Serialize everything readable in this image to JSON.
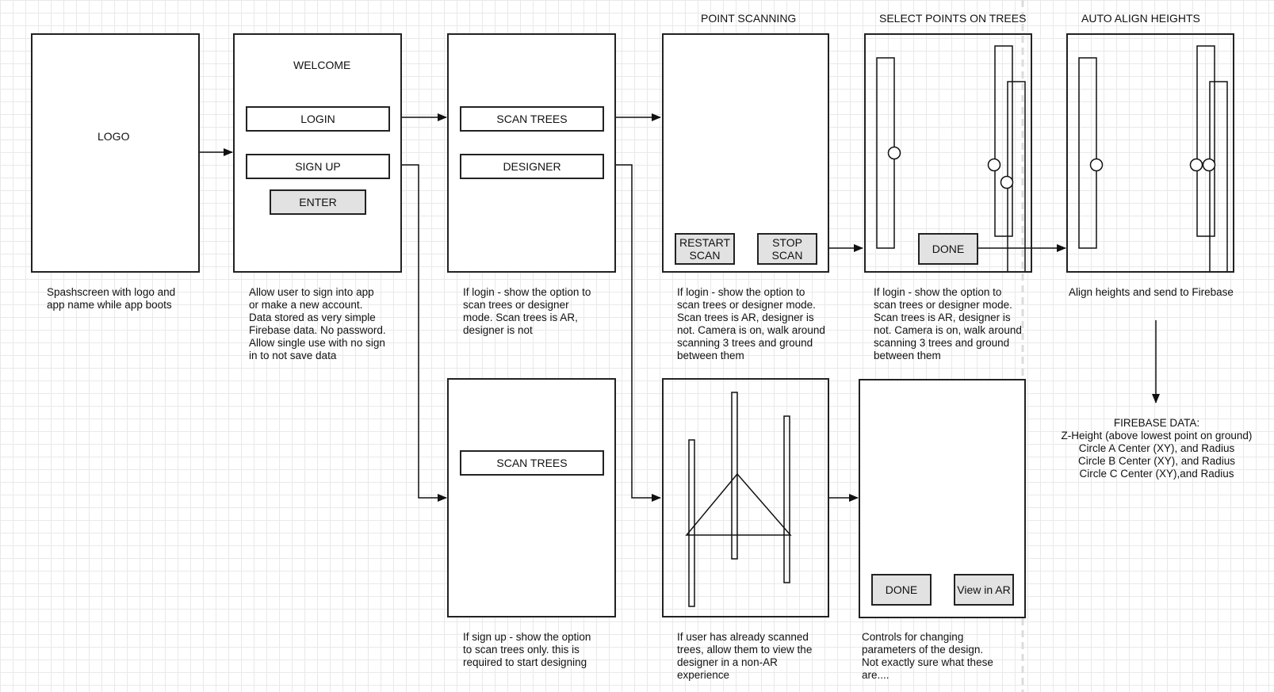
{
  "headers": {
    "point_scanning": "POINT SCANNING",
    "select_points": "SELECT POINTS ON TREES",
    "auto_align": "AUTO ALIGN HEIGHTS"
  },
  "splash": {
    "logo": "LOGO",
    "note": "Spashscreen with logo and\napp name while app boots"
  },
  "welcome": {
    "title": "WELCOME",
    "login": "LOGIN",
    "signup": "SIGN UP",
    "enter": "ENTER",
    "note": "Allow user to sign into app\nor make a new account.\nData stored as very simple\nFirebase data. No password.\nAllow single use with no sign\nin to not save data"
  },
  "mode_select": {
    "scan_trees": "SCAN TREES",
    "designer": "DESIGNER",
    "note": "If login - show the option to\nscan trees or designer\nmode. Scan trees is AR,\ndesigner is not"
  },
  "point_scanning": {
    "restart": "RESTART\nSCAN",
    "stop": "STOP\nSCAN",
    "note": "If login - show the option to\nscan trees or designer mode.\nScan trees is AR, designer is\nnot. Camera is on, walk around\nscanning 3 trees and ground\nbetween them"
  },
  "select_points": {
    "done": "DONE",
    "note": "If login - show the option to\nscan trees or designer mode.\nScan trees is AR, designer is\nnot. Camera is on, walk around\nscanning 3 trees and ground\nbetween them"
  },
  "auto_align": {
    "note": "Align heights and send to Firebase"
  },
  "firebase": {
    "text": "FIREBASE DATA:\nZ-Height (above lowest point on ground)\nCircle A Center (XY), and Radius\nCircle B Center (XY), and Radius\nCircle C Center (XY),and Radius"
  },
  "signup_screen": {
    "scan_trees": "SCAN TREES",
    "note": "If sign up - show the option\nto scan trees only. this is\nrequired to start designing"
  },
  "designer_view": {
    "note": "If user has already scanned\ntrees, allow them to view the\ndesigner in a non-AR\nexperience"
  },
  "controls": {
    "done": "DONE",
    "view_ar": "View in AR",
    "note": "Controls for changing\nparameters of the design.\nNot exactly sure what these\nare...."
  }
}
